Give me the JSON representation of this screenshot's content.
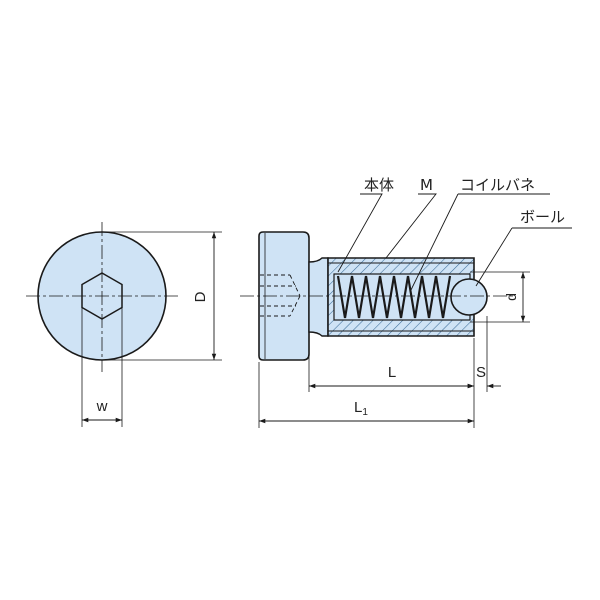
{
  "labels": {
    "body": "本体",
    "thread": "M",
    "spring": "コイルバネ",
    "ball": "ボール"
  },
  "dimensions": {
    "width_across_flats": "w",
    "head_diameter": "D",
    "ball_diameter": "d",
    "length": "L",
    "ball_protrusion": "S",
    "total_length_letter": "L",
    "total_length_subscript": "1"
  },
  "colors": {
    "fill": "#cfe3f5",
    "outline": "#1a1a1a",
    "hatch": "#3c6e99"
  }
}
